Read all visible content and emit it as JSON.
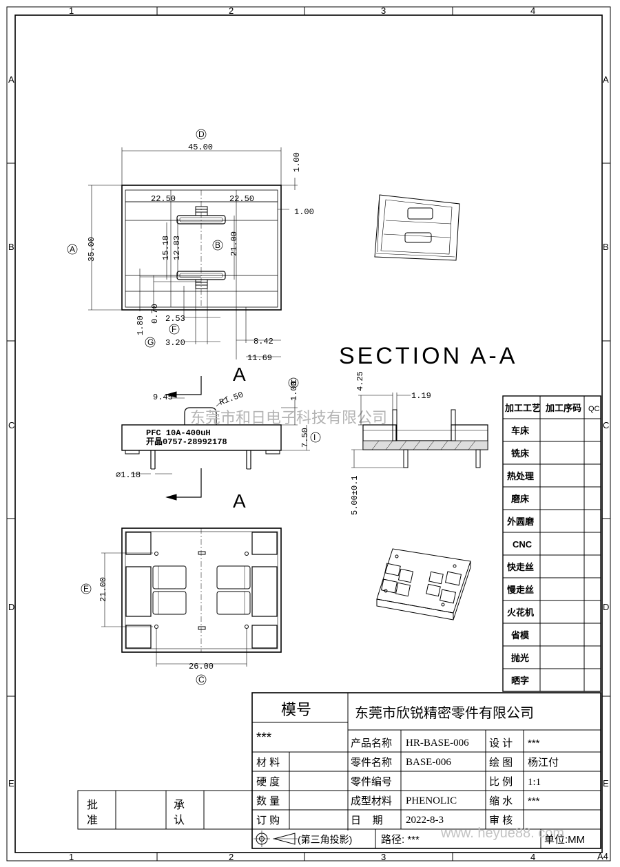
{
  "border": {
    "columns": [
      "1",
      "2",
      "3",
      "4"
    ],
    "rows": [
      "A",
      "B",
      "C",
      "D",
      "E"
    ],
    "sheet_size": "A4"
  },
  "views": {
    "top": {
      "dim_D_letter": "D",
      "dim_45": "45.00",
      "dim_1_00_top": "1.00",
      "dim_22_50_left": "22.50",
      "dim_22_50_right": "22.50",
      "dim_1_00_right": "1.00",
      "dim_A_letter": "A",
      "dim_35": "35.00",
      "dim_15_18": "15.18",
      "dim_12_83": "12.83",
      "dim_B_letter": "B",
      "dim_21": "21.00",
      "dim_1_80": "1.80",
      "dim_0_70": "0.70",
      "dim_2_53": "2.53",
      "dim_F_letter": "F",
      "dim_G_letter": "G",
      "dim_3_20": "3.20",
      "dim_8_42": "8.42",
      "dim_11_69": "11.69"
    },
    "section_title": "SECTION  A-A",
    "front": {
      "cut_label_top": "A",
      "cut_label_bottom": "A",
      "dim_9_45": "9.45",
      "dim_r1_50": "R1.50",
      "dim_H_letter": "H",
      "dim_1_00": "1.00",
      "dim_7_50": "7.50",
      "dim_I_letter": "I",
      "dim_dia": "⌀1.18",
      "marking_line1": "PFC    10A-400uH",
      "marking_line2": "开晶0757-28992178",
      "watermark": "东莞市和日电子科技有限公司"
    },
    "section": {
      "dim_4_25": "4.25",
      "dim_1_19": "1.19",
      "dim_5_00": "5.00±0.1"
    },
    "bottom": {
      "dim_E_letter": "E",
      "dim_21": "21.00",
      "dim_26": "26.00",
      "dim_C_letter": "C"
    }
  },
  "process_table": {
    "headers": [
      "加工工艺",
      "加工序码",
      "QC"
    ],
    "rows": [
      "车床",
      "铣床",
      "热处理",
      "磨床",
      "外圆磨",
      "CNC",
      "快走丝",
      "慢走丝",
      "火花机",
      "省模",
      "抛光",
      "晒字"
    ]
  },
  "title_block": {
    "mold_no_label": "模号",
    "mold_no_value": "***",
    "company": "东莞市欣锐精密零件有限公司",
    "left_labels": [
      "材 料",
      "硬 度",
      "数 量",
      "订 购"
    ],
    "rows": [
      {
        "label": "产品名称",
        "value": "HR-BASE-006",
        "label2": "设 计",
        "value2": "***"
      },
      {
        "label": "零件名称",
        "value": "BASE-006",
        "label2": "绘 图",
        "value2": "杨江付"
      },
      {
        "label": "零件编号",
        "value": "",
        "label2": "比 例",
        "value2": "1:1"
      },
      {
        "label": "成型材料",
        "value": "PHENOLIC",
        "label2": "缩 水",
        "value2": "***"
      },
      {
        "label": "日    期",
        "value": "2022-8-3",
        "label2": "审 核",
        "value2": ""
      }
    ],
    "approve_label": "批\n准",
    "approve_1": "批",
    "approve_2": "准",
    "confirm_1": "承",
    "confirm_2": "认",
    "projection": "(第三角投影)",
    "path_label": "路径: ***",
    "unit_label": "单位:MM",
    "site_watermark": "www. heyue88. com"
  }
}
